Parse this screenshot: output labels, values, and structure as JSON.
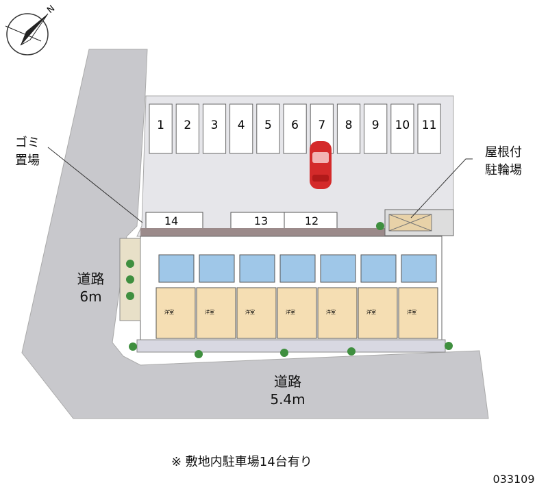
{
  "compass": {
    "north_label": "N",
    "icon": "north-arrow-icon"
  },
  "road_west": {
    "name": "道路",
    "width": "6m"
  },
  "road_south": {
    "name": "道路",
    "width": "5.4m"
  },
  "garbage": {
    "line1": "ゴミ",
    "line2": "置場"
  },
  "bike_parking": {
    "line1": "屋根付",
    "line2": "駐輪場"
  },
  "parking_top": [
    "1",
    "2",
    "3",
    "4",
    "5",
    "6",
    "7",
    "8",
    "9",
    "10",
    "11"
  ],
  "parking_bottom": [
    "14",
    "13",
    "12"
  ],
  "units": {
    "count": 7,
    "room_label": "洋室"
  },
  "car": {
    "color": "#d42a2a",
    "icon": "car-icon"
  },
  "note": "※ 敷地内駐車場14台有り",
  "code": "033109",
  "colors": {
    "road": "#c8c8cc",
    "lot": "#e6e6ea",
    "building": "#f5deb3",
    "walkway": "#9b8a8a"
  }
}
